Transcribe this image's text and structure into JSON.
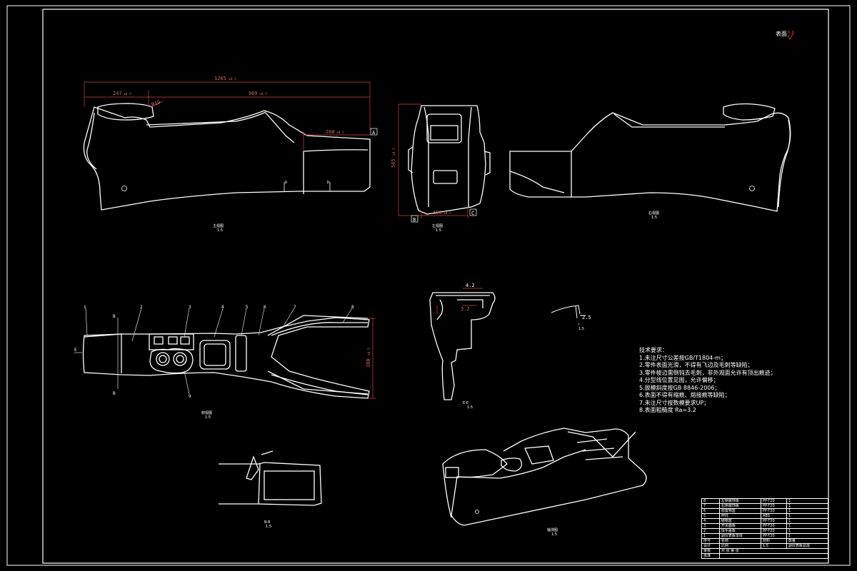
{
  "surface": {
    "top_right": "表面",
    "top_right_mark": "0.8"
  },
  "dimensions": {
    "overall": "1265",
    "left": "247",
    "main": "969",
    "right_part": "268",
    "height": "565",
    "width": "190",
    "plan_width": "380",
    "detail_a": "4.2",
    "detail_b": "3.2",
    "detail_c": "2.5",
    "tol": "±0.5",
    "radius": "R10"
  },
  "refs": {
    "A": "A",
    "B": "B",
    "C": "C",
    "D": "D",
    "E": "E"
  },
  "balloons": [
    "1",
    "2",
    "3",
    "4",
    "5",
    "6",
    "7",
    "8",
    "9"
  ],
  "views": {
    "side_left": "主视图",
    "front": "左视图",
    "side_right": "右视图",
    "plan": "俯视图",
    "section_e": "E-E",
    "detail_i": "I",
    "section_b": "B-B",
    "iso": "轴测图",
    "scale": "1:5"
  },
  "notes": {
    "title": "技术要求：",
    "items": [
      "1.未注尺寸公差按GB/T1804-m；",
      "2.零件表面光滑，不得有飞边及毛刺等缺陷；",
      "3.零件棱边需倒钝去毛刺，非外观面允许有顶出痕迹；",
      "4.分型线位置见图，允许偏移；",
      "5.脱模斜度按GB 8846-2006；",
      "6.表面不得有缩痕、熔接痕等缺陷；",
      "7.未注尺寸按数模要求UP；",
      "8.表面粗糙度 Ra=3.2"
    ]
  },
  "title_block": {
    "rows": [
      {
        "no": "8",
        "name": "左侧装饰板",
        "mat": "PP-T20",
        "qty": "1"
      },
      {
        "no": "7",
        "name": "右侧装饰板",
        "mat": "PP-T20",
        "qty": "1"
      },
      {
        "no": "6",
        "name": "前置物盒",
        "mat": "PP-T20",
        "qty": "1"
      },
      {
        "no": "5",
        "name": "杯托",
        "mat": "ABS",
        "qty": "1"
      },
      {
        "no": "4",
        "name": "储物盒",
        "mat": "PP-T20",
        "qty": "1"
      },
      {
        "no": "3",
        "name": "开关面板",
        "mat": "PP-T20",
        "qty": "1"
      },
      {
        "no": "2",
        "name": "扶手盖板",
        "mat": "PP-T20",
        "qty": "1"
      },
      {
        "no": "1",
        "name": "副仪表板本体",
        "mat": "PP-T20",
        "qty": "1"
      }
    ],
    "header": {
      "no": "序号",
      "name": "名称",
      "mat": "材料",
      "qty": "数量"
    },
    "design": "设计",
    "check": "审核",
    "approve": "批准",
    "scale_label": "比例",
    "scale_value": "1:5",
    "part_name": "副仪表板总成",
    "sheet": "共 张 第 张"
  }
}
